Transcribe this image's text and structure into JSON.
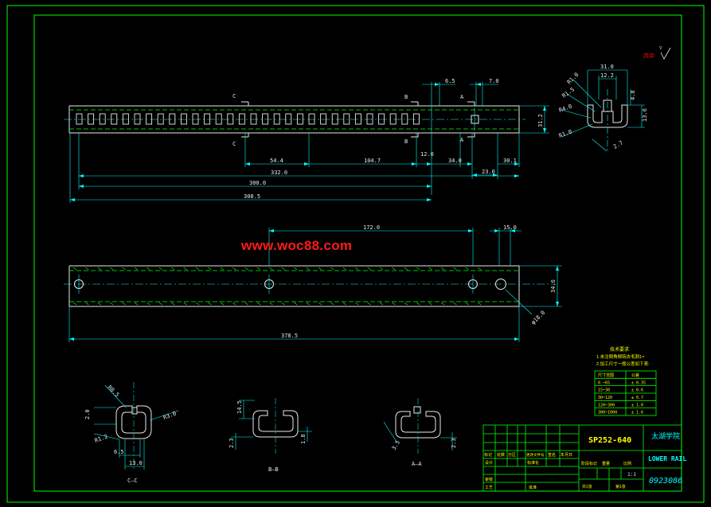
{
  "colors": {
    "frame": "#00ff00",
    "part": "#e8e8e8",
    "dimension": "#00ffff",
    "hidden": "#00ff00",
    "table_text": "#ffff00",
    "title_text": "#00ffff",
    "watermark": "#ff1a1a",
    "roughness": "#ff0000"
  },
  "watermark": "www.woc88.com",
  "top_view": {
    "dims": {
      "d_6_5": "6.5",
      "d_7_0": "7.0",
      "d_31_2": "31.2",
      "d_54_4": "54.4",
      "d_104_7": "104.7",
      "d_12_0": "12.0",
      "d_34_0": "34.0",
      "d_23_0": "23.0",
      "d_30_1": "30.1",
      "d_332_0": "332.0",
      "d_300_0": "300.0",
      "d_308_5": "308.5"
    },
    "section_marks": {
      "c": "C",
      "b": "B",
      "a": "A"
    }
  },
  "end_view": {
    "dims": {
      "d_31_0": "31.0",
      "d_12_2": "12.2",
      "r_1_0a": "R1.0",
      "r_1_5": "R1.5",
      "r_4_0": "R4.0",
      "r_1_0b": "R1.0",
      "d_4_8": "4.8",
      "d_13_6": "13.6",
      "d_2_7": "2.7"
    }
  },
  "bottom_view": {
    "dims": {
      "d_172_0": "172.0",
      "d_15_0": "15.0",
      "d_34_6": "34.6",
      "d_phi": "φ18.0",
      "d_378_5": "378.5"
    }
  },
  "sections": {
    "cc": {
      "label": "C—C",
      "d_r0_5": "R0.5",
      "d_2_0": "2.0",
      "d_r1_2": "R1.2",
      "d_6_5": "6.5",
      "d_13_0": "13.0",
      "d_r3_0": "R3.0"
    },
    "bb": {
      "label": "B—B",
      "d_14_5": "14.5",
      "d_2_3": "2.3",
      "d_1_8": "1.8"
    },
    "aa": {
      "label": "A—A",
      "d_3_5": "3.5",
      "d_2_3": "2.3"
    }
  },
  "tech_req": {
    "title": "技术要求",
    "line1": "1.未注倒角倒钝去毛刺1×",
    "line2": "2.加工尺寸一般公差如下表:",
    "header": [
      "尺寸范围",
      "公差"
    ],
    "rows": [
      [
        "0 ~65",
        "± 0.35"
      ],
      [
        "15~30",
        "± 0.6"
      ],
      [
        "30~120",
        "± 0.7"
      ],
      [
        "120~300",
        "± 1.0"
      ],
      [
        "300~1000",
        "± 1.6"
      ]
    ]
  },
  "title_block": {
    "part_code": "SP252-640",
    "school": "太湖学院",
    "part_name": "LOWER RAIL",
    "drawing_no": "0923086",
    "scale": "1:1",
    "row_marks": [
      "标记",
      "处数",
      "分区",
      "更改文件号",
      "签名",
      "年月日"
    ],
    "roles": [
      "设计",
      "标准化"
    ],
    "checks": [
      "审核",
      "工艺",
      "批准"
    ],
    "stage": "阶段标记",
    "weight": "重量",
    "ratio": "比例",
    "sheets_total": "共1张",
    "sheet_no": "第1张"
  }
}
